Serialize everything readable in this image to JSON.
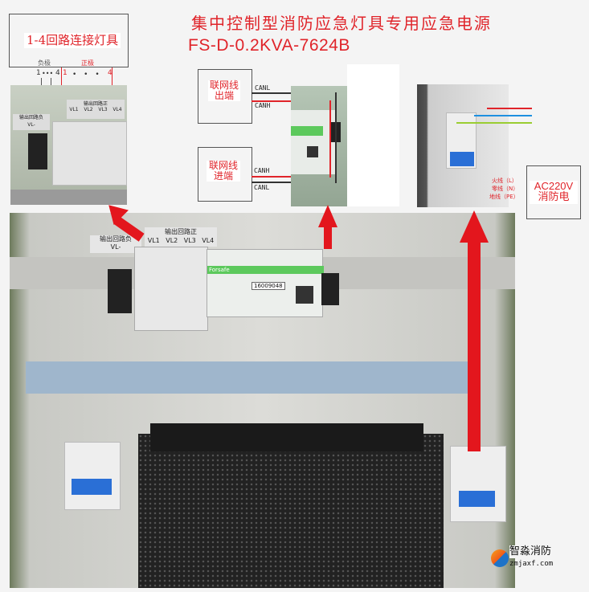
{
  "title": "集中控制型消防应急灯具专用应急电源",
  "model": "FS-D-0.2KVA-7624B",
  "loop_box": {
    "label": "1-4回路连接灯具",
    "negative": "负极",
    "positive": "正极",
    "neg_start": "1",
    "neg_dots": "•••",
    "neg_end": "4",
    "pos_start": "1",
    "pos_dots": "• • •",
    "pos_end": "4"
  },
  "network_out": {
    "label_line1": "联网线",
    "label_line2": "出端",
    "wire1": "CANL",
    "wire2": "CANH"
  },
  "network_in": {
    "label_line1": "联网线",
    "label_line2": "进端",
    "wire1": "CANH",
    "wire2": "CANL"
  },
  "power_input": {
    "label_line1": "AC220V",
    "label_line2": "消防电",
    "live": "火线（L）",
    "neutral": "零线（N）",
    "earth": "地线（PE）"
  },
  "panel_labels": {
    "output_positive": "输出回路正",
    "output_negative": "输出回路负",
    "vl": [
      "VL1",
      "VL2",
      "VL3",
      "VL4"
    ],
    "vl_minus": "VL-",
    "module_serial": "16009048",
    "module_brand": "Forsafe"
  },
  "watermark": {
    "name": "智淼消防",
    "url": "zmjaxf.com"
  },
  "colors": {
    "accent_red": "#e0242a",
    "wire_blue": "#1e90e0",
    "wire_green": "#9acd32",
    "din_rail": "#9fb6cc"
  }
}
